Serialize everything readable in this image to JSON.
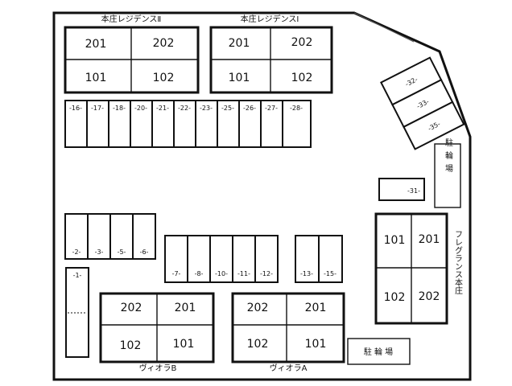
{
  "buildings": {
    "residence_2": {
      "name": "本庄レジデンスⅡ",
      "rooms": [
        "201",
        "202",
        "101",
        "102"
      ]
    },
    "residence_1": {
      "name": "本庄レジデンスⅠ",
      "rooms": [
        "201",
        "202",
        "101",
        "102"
      ]
    },
    "viola_b": {
      "name": "ヴィオラB",
      "rooms": [
        "202",
        "201",
        "102",
        "101"
      ]
    },
    "viola_a": {
      "name": "ヴィオラA",
      "rooms": [
        "202",
        "201",
        "102",
        "101"
      ]
    },
    "fragrance": {
      "name": "フレグランス本庄",
      "rooms": [
        "101",
        "201",
        "102",
        "202"
      ]
    }
  },
  "parking": {
    "top_row": [
      "-16-",
      "-17-",
      "-18-",
      "-20-",
      "-21-",
      "-22-",
      "-23-",
      "-25-",
      "-26-",
      "-27-",
      "-28-"
    ],
    "left_block": [
      "-2-",
      "-3-",
      "-5-",
      "-6-"
    ],
    "slot_1": "-1-",
    "middle_block": [
      "-7-",
      "-8-",
      "-10-",
      "-11-",
      "-12-"
    ],
    "small_block": [
      "-13-",
      "-15-"
    ],
    "slot_31": "-31-",
    "diagonal": [
      "-32-",
      "-33-",
      "-35-"
    ]
  },
  "bicycle_parking": {
    "right": "駐輪場",
    "bottom": "駐 輪 場"
  }
}
